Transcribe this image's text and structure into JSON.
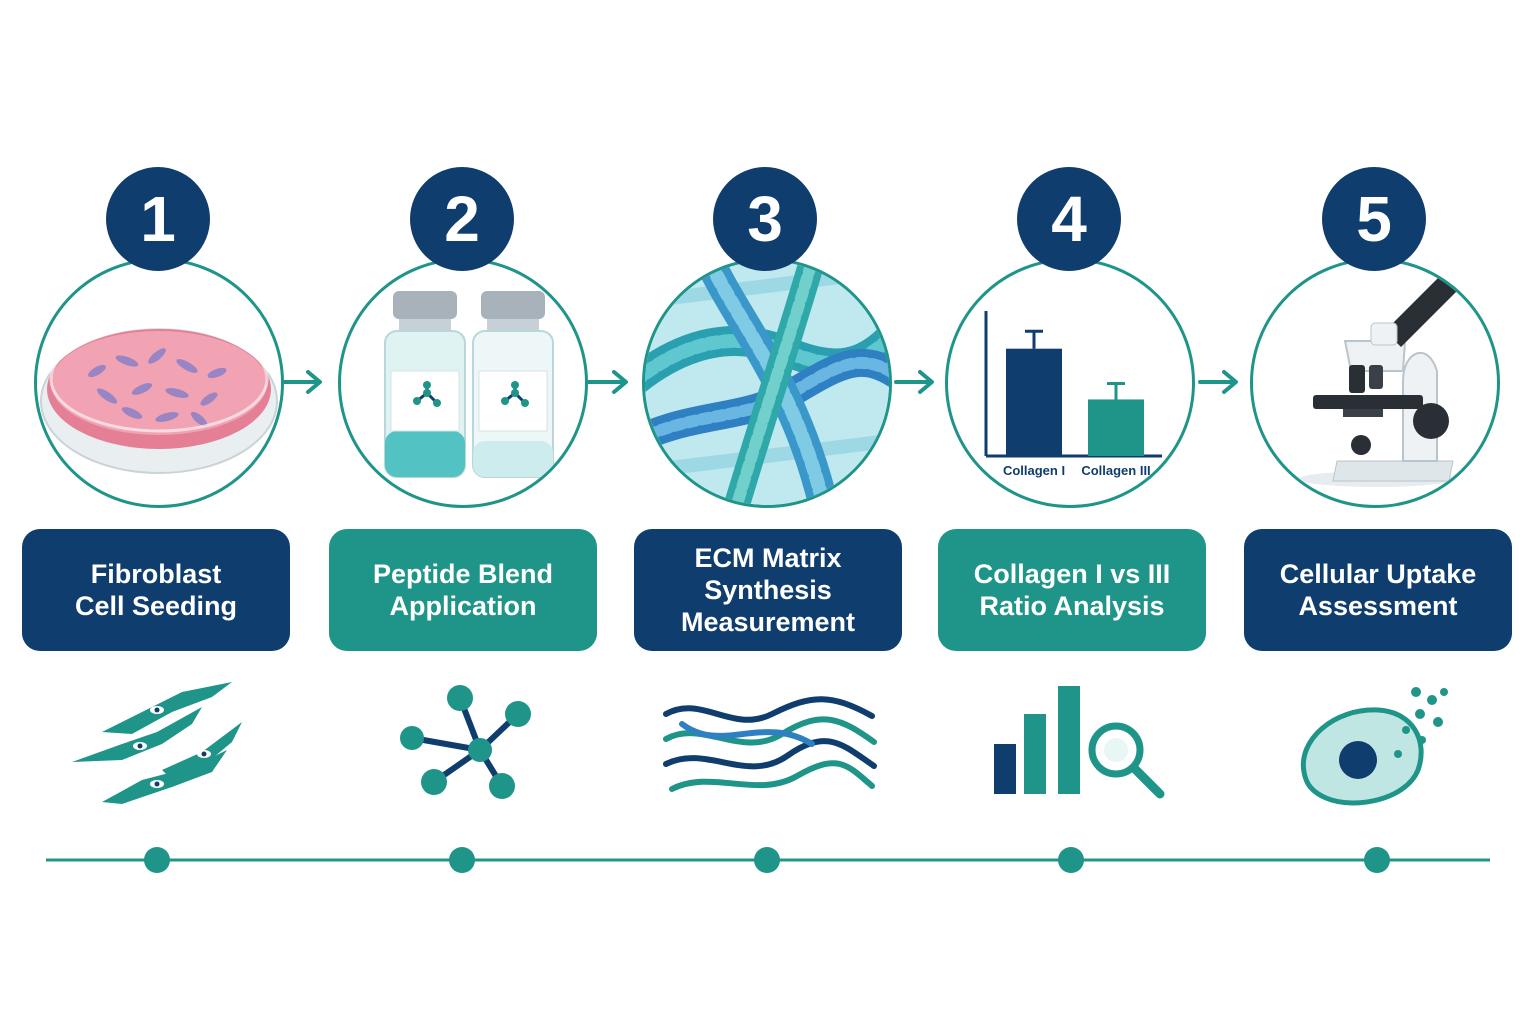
{
  "colors": {
    "navy": "#0f3d6e",
    "teal": "#1f958a",
    "light_teal": "#bfe6e2",
    "pink": "#e8879b"
  },
  "steps": [
    {
      "number": "1",
      "label": "Fibroblast\nCell Seeding",
      "box_color": "navy",
      "image": "petri-dish-fibroblasts",
      "icon": "fibroblast-cells-icon"
    },
    {
      "number": "2",
      "label": "Peptide Blend\nApplication",
      "box_color": "teal",
      "image": "peptide-vials",
      "icon": "molecule-icon"
    },
    {
      "number": "3",
      "label": "ECM Matrix\nSynthesis\nMeasurement",
      "box_color": "navy",
      "image": "collagen-fibers",
      "icon": "fiber-waves-icon"
    },
    {
      "number": "4",
      "label": "Collagen I vs III\nRatio Analysis",
      "box_color": "teal",
      "image": "collagen-bar-chart",
      "icon": "bar-chart-magnifier-icon"
    },
    {
      "number": "5",
      "label": "Cellular Uptake\nAssessment",
      "box_color": "navy",
      "image": "microscope",
      "icon": "cell-uptake-icon"
    }
  ],
  "chart": {
    "categories": [
      "Collagen I",
      "Collagen III"
    ]
  },
  "chart_data": {
    "type": "bar",
    "categories": [
      "Collagen I",
      "Collagen III"
    ],
    "values": [
      0.74,
      0.39
    ],
    "error": [
      0.12,
      0.11
    ],
    "title": "",
    "xlabel": "",
    "ylabel": ""
  }
}
